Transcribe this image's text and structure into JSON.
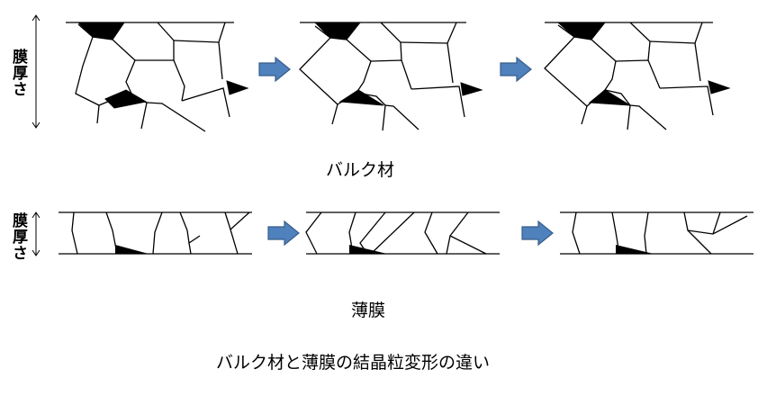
{
  "labels": {
    "thickness_bulk": "膜厚さ",
    "thickness_film": "膜厚さ",
    "bulk_caption": "バルク材",
    "film_caption": "薄膜",
    "figure_caption": "バルク材と薄膜の結晶粒変形の違い"
  },
  "colors": {
    "arrow_fill": "#4f81bd",
    "arrow_stroke": "#385d8a",
    "grain_lines": "#000000"
  }
}
